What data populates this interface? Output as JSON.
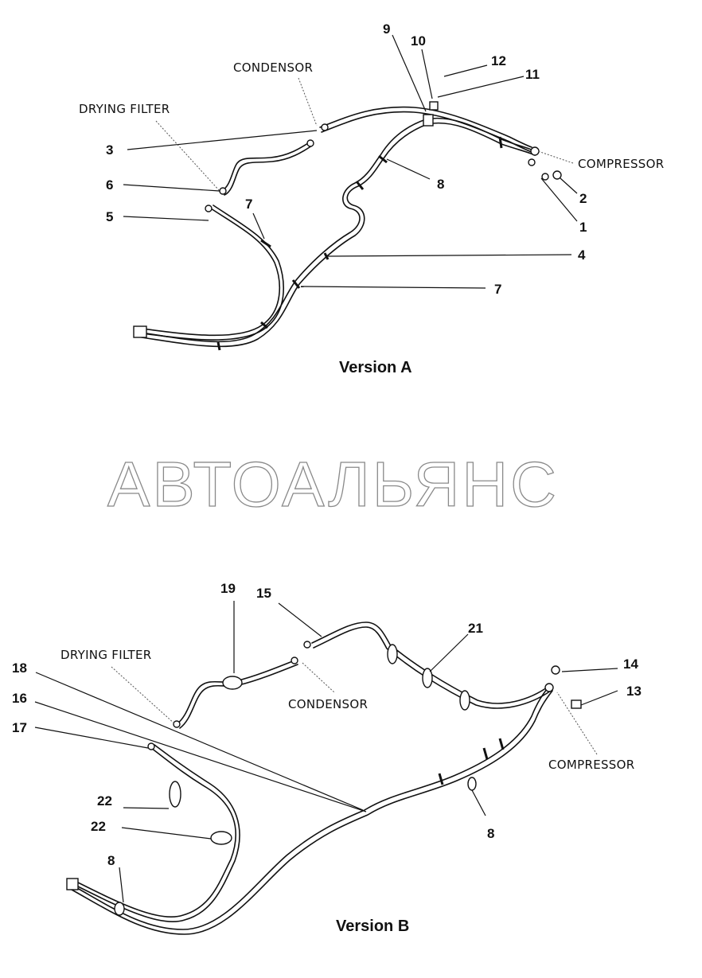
{
  "watermark": "АВТОАЛЬЯНС",
  "version_a": {
    "title": "Version A",
    "labels": {
      "condensor": "CONDENSOR",
      "drying_filter": "DRYING FILTER",
      "compressor": "COMPRESSOR"
    },
    "callouts": {
      "c1": "1",
      "c2": "2",
      "c3": "3",
      "c4": "4",
      "c5": "5",
      "c6": "6",
      "c7a": "7",
      "c7b": "7",
      "c8": "8",
      "c9": "9",
      "c10": "10",
      "c11": "11",
      "c12": "12"
    }
  },
  "version_b": {
    "title": "Version B",
    "labels": {
      "condensor": "CONDENSOR",
      "drying_filter": "DRYING FILTER",
      "compressor": "COMPRESSOR"
    },
    "callouts": {
      "c8a": "8",
      "c8b": "8",
      "c13": "13",
      "c14": "14",
      "c15": "15",
      "c16": "16",
      "c17": "17",
      "c18": "18",
      "c19": "19",
      "c21": "21",
      "c22a": "22",
      "c22b": "22"
    }
  }
}
